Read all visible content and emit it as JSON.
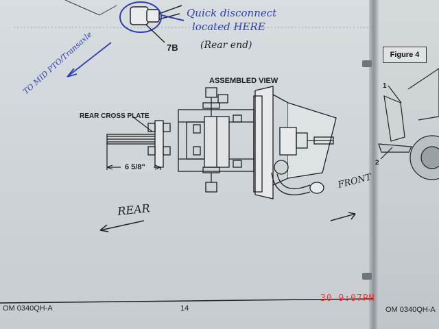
{
  "diagram": {
    "title": "ASSEMBLED VIEW",
    "rear_cross_plate_label": "REAR CROSS PLATE",
    "dimension_label": "6 5/8\"",
    "callout": "7B"
  },
  "handwriting": {
    "note_line1": "Quick disconnect",
    "note_line2": "located HERE",
    "note_line3": "(Rear end)",
    "mid_pto_note": "TO MID PTO/Transaxle",
    "rear": "REAR",
    "front": "FRONT"
  },
  "footer": {
    "doc_id": "OM 0340QH-A",
    "page_number": "14",
    "doc_id_right": "OM 0340QH-A"
  },
  "right_page": {
    "figure_label": "Figure 4",
    "callout_1": "1",
    "callout_2": "2"
  },
  "camera": {
    "timestamp": "30  9:07PM"
  },
  "colors": {
    "ink": "#1c1c1c",
    "pen": "#2c3fb0",
    "timestamp": "#ff3030"
  }
}
